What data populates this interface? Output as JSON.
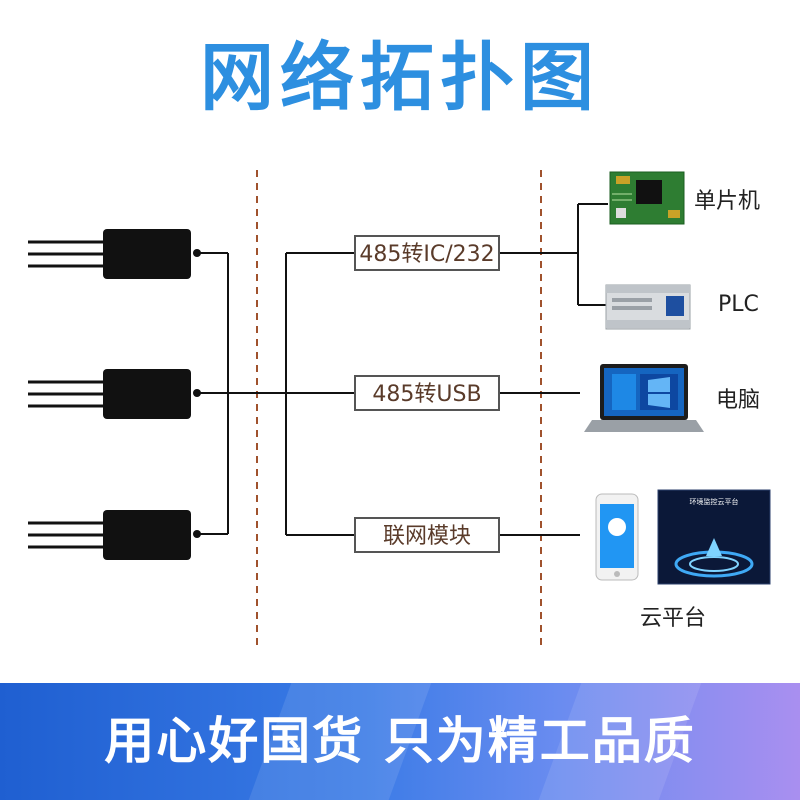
{
  "title": "网络拓扑图",
  "converters": {
    "ic232": "485转IC/232",
    "usb": "485转USB",
    "network": "联网模块"
  },
  "devices": {
    "mcu": "单片机",
    "plc": "PLC",
    "pc": "电脑",
    "cloud": "云平台"
  },
  "cloud_screen_title": "环境监控云平台",
  "banner": {
    "slogan": "用心好国货 只为精工品质"
  },
  "colors": {
    "title": "#2d8fe0",
    "box_text": "#5a3b2a",
    "divider": "#a0522d",
    "banner_start": "#1f5fd1",
    "banner_end": "#a98ff0"
  },
  "icons": [
    "soil-sensor-icon",
    "circuit-board-icon",
    "plc-icon",
    "laptop-icon",
    "phone-icon",
    "cloud-screen-icon"
  ]
}
